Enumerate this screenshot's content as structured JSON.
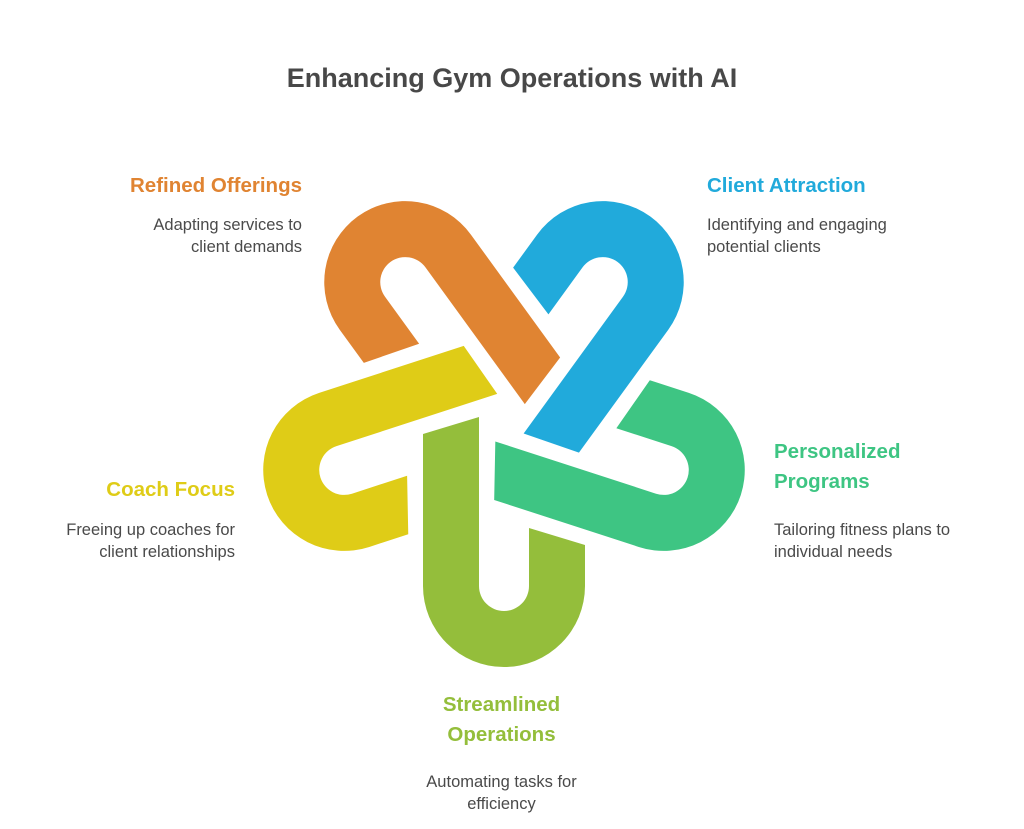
{
  "title": "Enhancing Gym Operations with AI",
  "items": [
    {
      "id": "streamlined-operations",
      "label": "Streamlined Operations",
      "label_lines": [
        "Streamlined",
        "Operations"
      ],
      "description_lines": [
        "Automating tasks for",
        "efficiency"
      ],
      "color": "#94BE3B"
    },
    {
      "id": "coach-focus",
      "label": "Coach Focus",
      "label_lines": [
        "Coach Focus"
      ],
      "description_lines": [
        "Freeing up coaches for",
        "client relationships"
      ],
      "color": "#DFCC17"
    },
    {
      "id": "refined-offerings",
      "label": "Refined Offerings",
      "label_lines": [
        "Refined Offerings"
      ],
      "description_lines": [
        "Adapting services to",
        "client demands"
      ],
      "color": "#E08432"
    },
    {
      "id": "client-attraction",
      "label": "Client Attraction",
      "label_lines": [
        "Client Attraction"
      ],
      "description_lines": [
        "Identifying and engaging",
        "potential clients"
      ],
      "color": "#21AADB"
    },
    {
      "id": "personalized-programs",
      "label": "Personalized Programs",
      "label_lines": [
        "Personalized",
        "Programs"
      ],
      "description_lines": [
        "Tailoring fitness plans to",
        "individual needs"
      ],
      "color": "#3EC583"
    }
  ]
}
